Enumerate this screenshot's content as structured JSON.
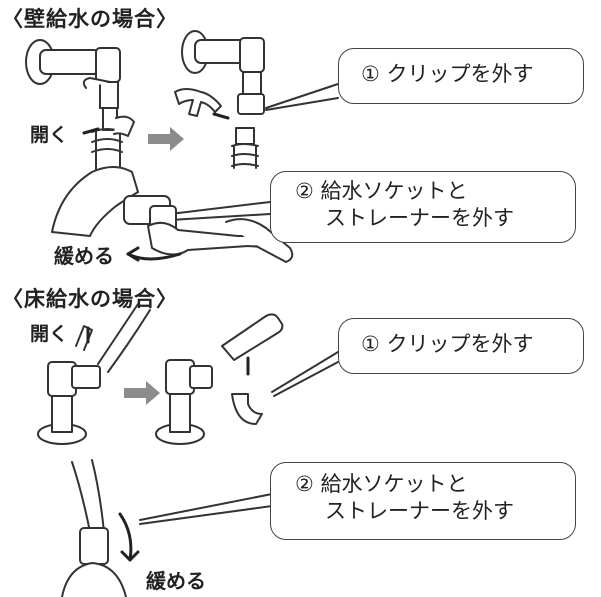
{
  "sections": [
    {
      "heading": "〈壁給水の場合〉",
      "open_label": "開く",
      "step1": "① クリップを外す",
      "step2_line1": "② 給水ソケットと",
      "step2_line2": "ストレーナーを外す",
      "loosen_label": "緩める"
    },
    {
      "heading": "〈床給水の場合〉",
      "open_label": "開く",
      "step1": "① クリップを外す",
      "step2_line1": "② 給水ソケットと",
      "step2_line2": "ストレーナーを外す",
      "loosen_label": "緩める"
    }
  ],
  "colors": {
    "arrow": "#8c8c8c",
    "line": "#333333",
    "text": "#222222"
  }
}
